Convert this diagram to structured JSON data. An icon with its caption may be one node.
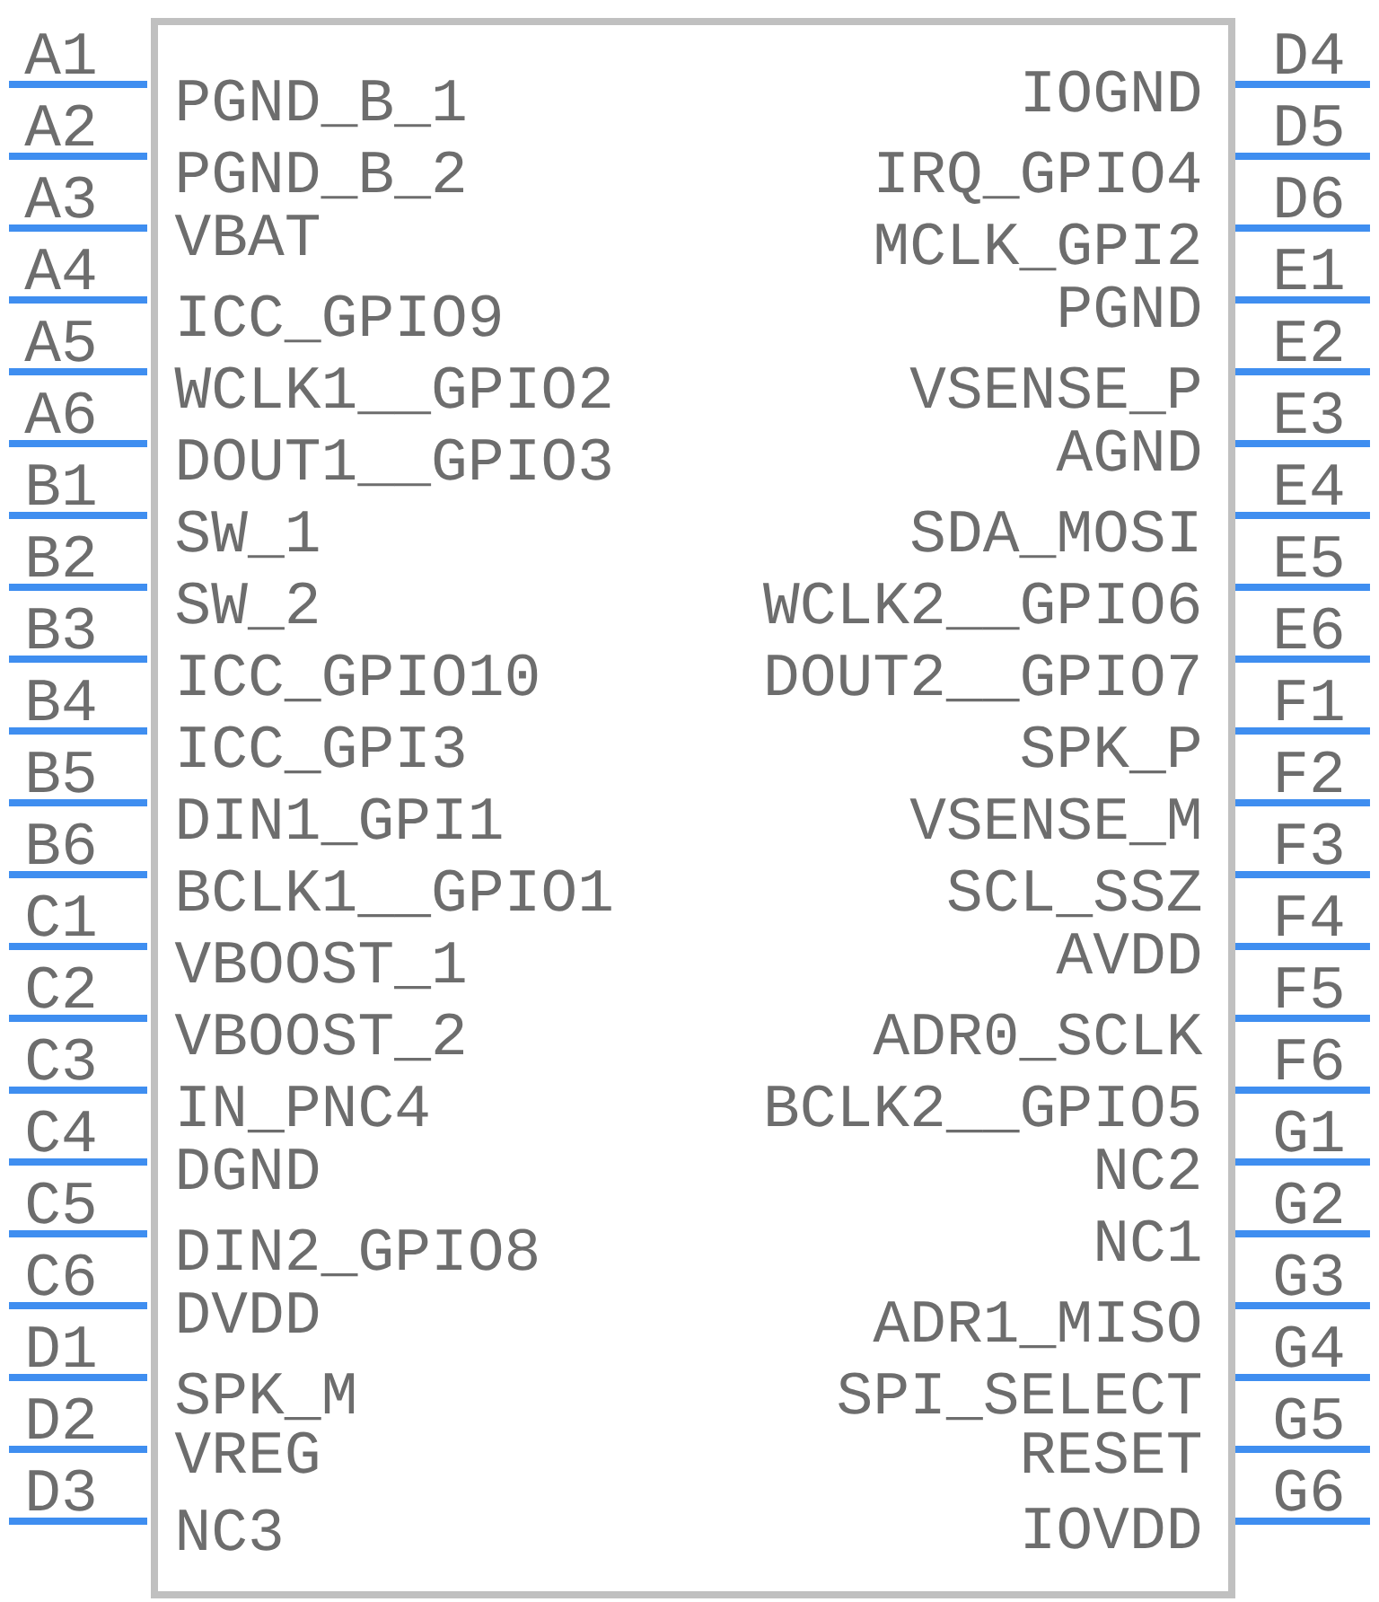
{
  "diagram": {
    "nodes": [
      {
        "text": [
          "PGND_B_1",
          "PGND_B_2",
          "VBAT",
          "ICC_GPIO9",
          "WCLK1__GPIO2",
          "DOUT1__GPIO3",
          "SW_1",
          "SW_2",
          "ICC_GPIO10",
          "ICC_GPI3",
          "DIN1_GPI1",
          "BCLK1__GPIO1",
          "VBOOST_1",
          "VBOOST_2",
          "IN_PNC4",
          "DGND",
          "DIN2_GPIO8",
          "DVDD",
          "SPK_M",
          "VREG",
          "NC3",
          "IOGND",
          "IRQ_GPIO4",
          "MCLK_GPI2",
          "PGND",
          "VSENSE_P",
          "AGND",
          "SDA_MOSI",
          "WCLK2__GPIO6",
          "DOUT2__GPIO7",
          "SPK_P",
          "VSENSE_M",
          "SCL_SSZ",
          "AVDD",
          "ADR0_SCLK",
          "BCLK2__GPIO5",
          "NC2",
          "NC1",
          "ADR1_MISO",
          "SPI_SELECT",
          "RESET",
          "IOVDD"
        ]
      }
    ],
    "labels": [
      "A1",
      "A2",
      "A3",
      "A4",
      "A5",
      "A6",
      "B1",
      "B2",
      "B3",
      "B4",
      "B5",
      "B6",
      "C1",
      "C2",
      "C3",
      "C4",
      "C5",
      "C6",
      "D1",
      "D2",
      "D3",
      "D4",
      "D5",
      "D6",
      "E1",
      "E2",
      "E3",
      "E4",
      "E5",
      "E6",
      "F1",
      "F2",
      "F3",
      "F4",
      "F5",
      "F6",
      "G1",
      "G2",
      "G3",
      "G4",
      "G5",
      "G6"
    ]
  }
}
